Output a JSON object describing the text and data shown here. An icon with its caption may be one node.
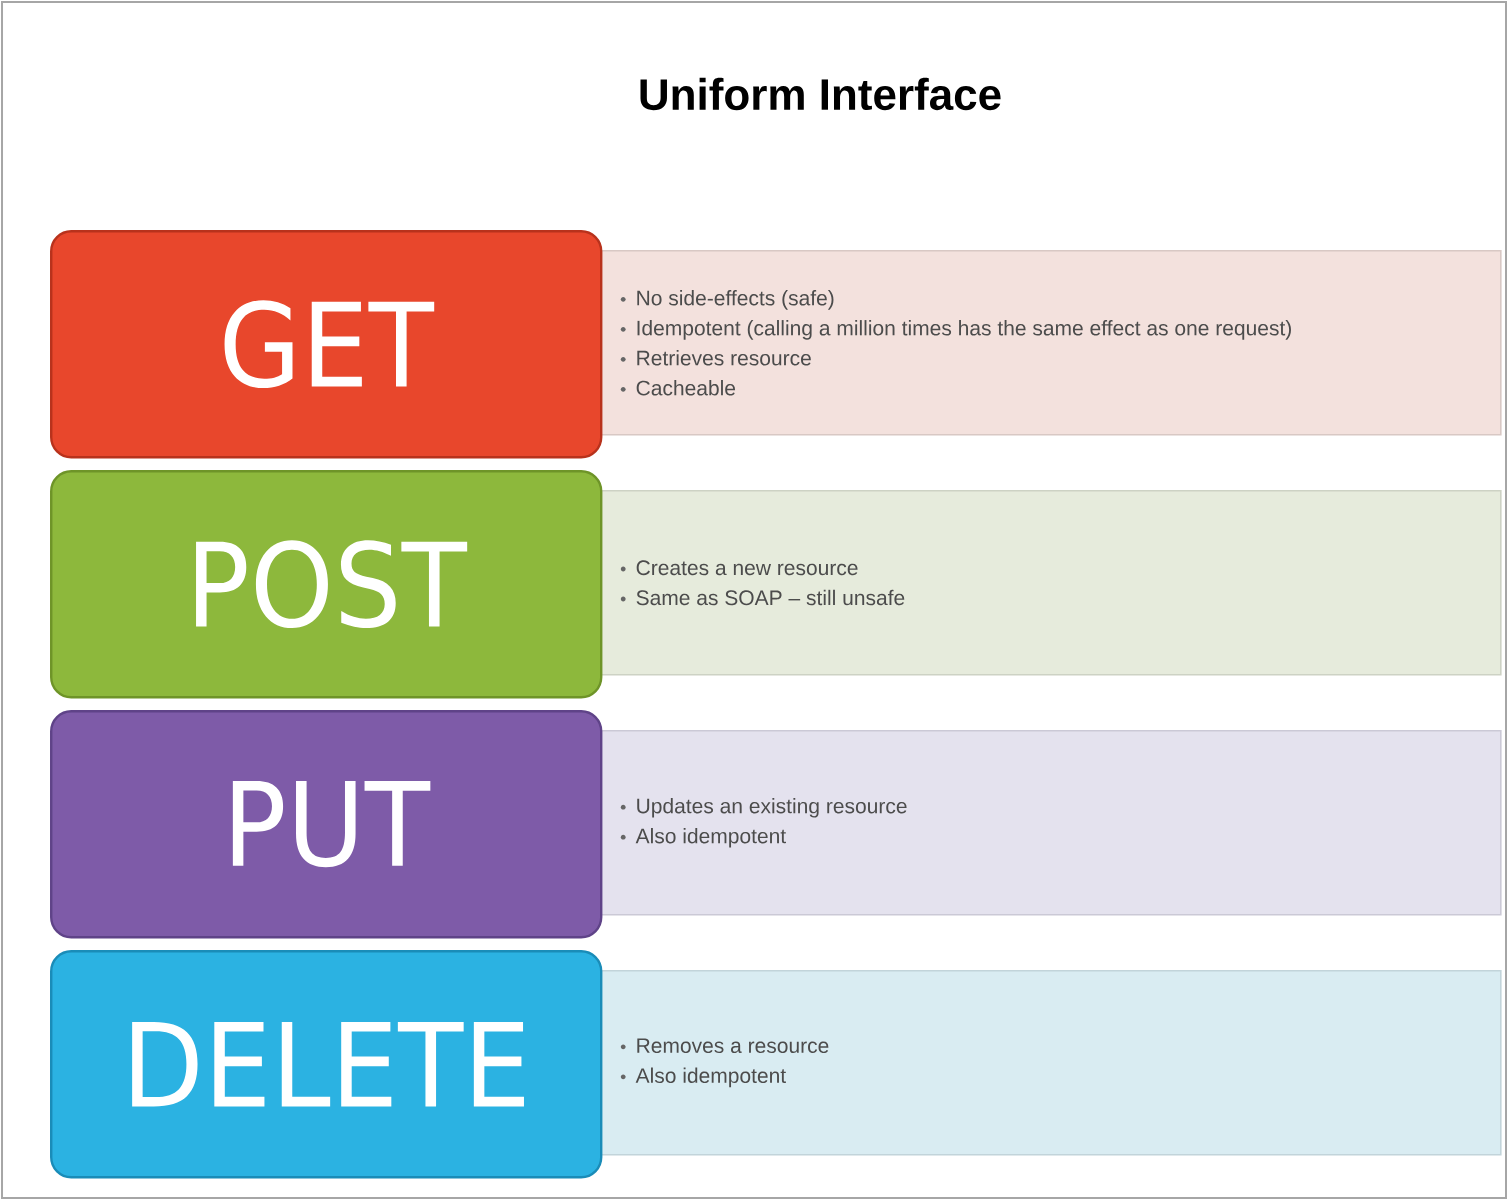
{
  "diagram": {
    "title": "Uniform Interface",
    "nodes": [
      {
        "text": [
          "GET"
        ]
      },
      {
        "text": [
          "No side-effects (safe)",
          "Idempotent (calling a million times has the same effect as one request)",
          "Retrieves resource",
          "Cacheable"
        ]
      },
      {
        "text": [
          "POST"
        ]
      },
      {
        "text": [
          "Creates a new resource",
          "Same as SOAP – still unsafe"
        ]
      },
      {
        "text": [
          "PUT"
        ]
      },
      {
        "text": [
          "Updates an existing resource",
          "Also idempotent"
        ]
      },
      {
        "text": [
          "DELETE"
        ]
      },
      {
        "text": [
          "Removes a resource",
          "Also idempotent"
        ]
      }
    ]
  }
}
